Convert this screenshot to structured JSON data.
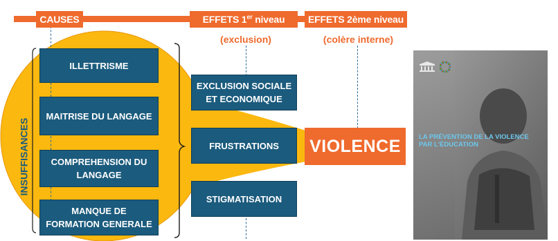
{
  "header": {
    "causes_label": "CAUSES",
    "effets1_label": "EFFETS 1",
    "effets1_sup": "er",
    "effets1_suffix": " niveau",
    "effets2_label": "EFFETS 2ème niveau",
    "effets1_sub": "(exclusion)",
    "effets2_sub": "(colère interne)"
  },
  "causes": {
    "group_label": "INSUFFISANCES",
    "items": [
      "ILLETTRISME",
      "MAITRISE DU LANGAGE",
      "COMPREHENSION  DU LANGAGE",
      "MANQUE DE FORMATION GENERALE"
    ]
  },
  "effects_level1": {
    "items": [
      "EXCLUSION SOCIALE ET ECONOMIQUE",
      "FRUSTRATIONS",
      "STIGMATISATION"
    ]
  },
  "effects_level2": {
    "result": "VIOLENCE"
  },
  "book_cover": {
    "title": "LA PRÉVENTION DE LA VIOLENCE PAR L'ÉDUCATION"
  },
  "colors": {
    "orange": "#ef6a2d",
    "navy_box": "#1b5b7d",
    "yellow_blob": "#fbb80f",
    "subtitle_blue": "#6cc8ee"
  }
}
